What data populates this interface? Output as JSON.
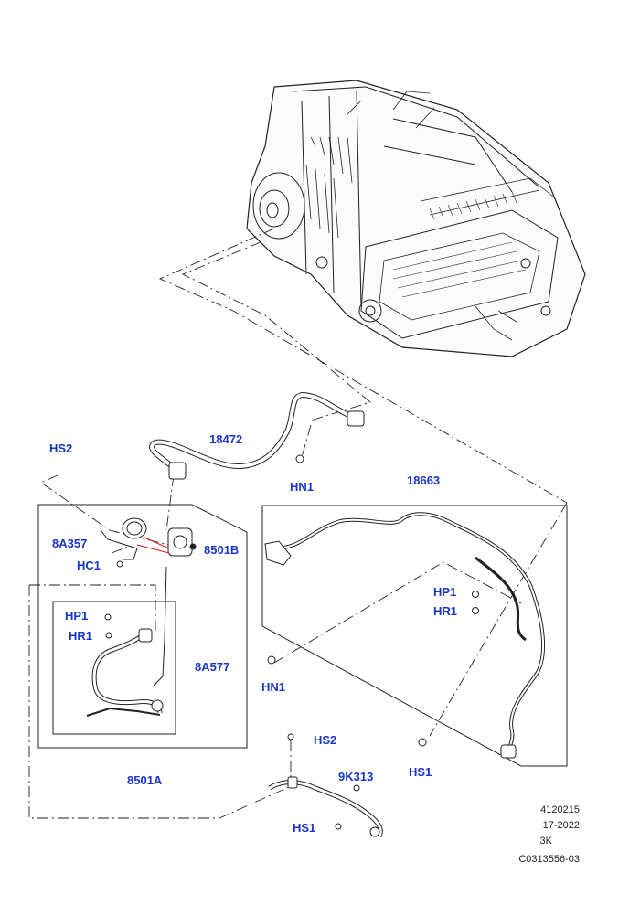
{
  "colors": {
    "label": "#1a35c8",
    "line": "#222222",
    "arrow": "#d42020",
    "background": "#ffffff"
  },
  "labels": {
    "hs2_top": "HS2",
    "p18472": "18472",
    "hn1_top": "HN1",
    "p18663": "18663",
    "p8a357": "8A357",
    "hc1": "HC1",
    "p8501b": "8501B",
    "hp1_left": "HP1",
    "hr1_left": "HR1",
    "p8a577": "8A577",
    "p8501a": "8501A",
    "hp1_right": "HP1",
    "hr1_right": "HR1",
    "hn1_bottom": "HN1",
    "hs2_bottom": "HS2",
    "p9k313": "9K313",
    "hs1_right": "HS1",
    "hs1_bottom": "HS1"
  },
  "footer": {
    "line1": "4120215",
    "line2": "17-2022",
    "line3": "3K",
    "line4": "C0313556-03"
  }
}
